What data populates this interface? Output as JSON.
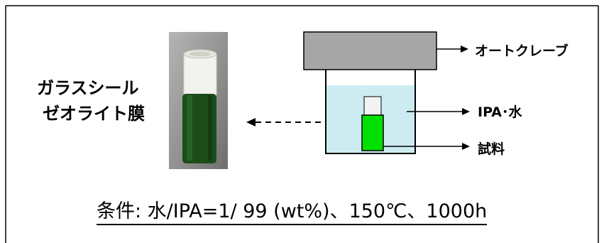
{
  "diagram": {
    "sample_labels": [
      "ガラスシール",
      "ゼオライト膜"
    ],
    "callouts": {
      "autoclave": "オートクレーブ",
      "liquid": "IPA･水",
      "sample": "試料"
    },
    "condition": "条件: 水/IPA=1/ 99 (wt%)、150℃、1000h"
  },
  "colors": {
    "lid": "#a6a6a6",
    "liquid": "#ccecf2",
    "sample_green": "#00e000",
    "glass_seal": "#f2f2f2",
    "membrane_green": "#1c4d1a"
  }
}
